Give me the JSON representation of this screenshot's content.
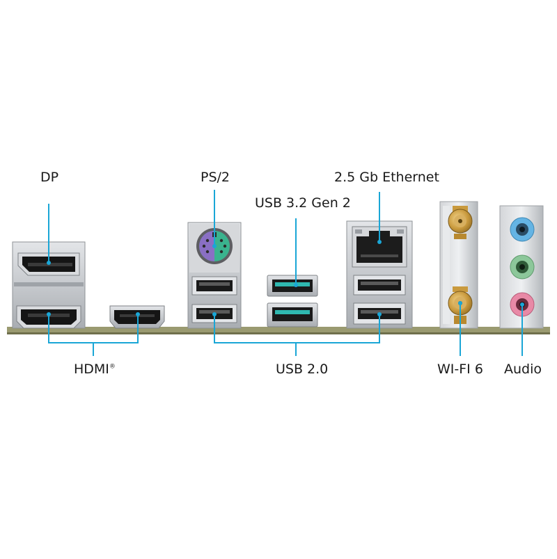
{
  "labels": {
    "dp": "DP",
    "ps2": "PS/2",
    "usb32": "USB 3.2 Gen 2",
    "ethernet": "2.5 Gb Ethernet",
    "hdmi": "HDMI",
    "hdmi_mark": "®",
    "usb20": "USB 2.0",
    "wifi": "WI-FI 6",
    "audio": "Audio"
  },
  "colors": {
    "callout": "#1aa6d6",
    "usb32_port": "#2fb8b0",
    "ps2_left": "#8a6fc4",
    "ps2_right": "#3ab38e",
    "audio_blue": "#64b4e4",
    "audio_green": "#8cc79a",
    "audio_pink": "#e889a6",
    "antenna_gold": "#c7963a",
    "bracket": "#c9ccd0",
    "board": "#9a9a70"
  }
}
